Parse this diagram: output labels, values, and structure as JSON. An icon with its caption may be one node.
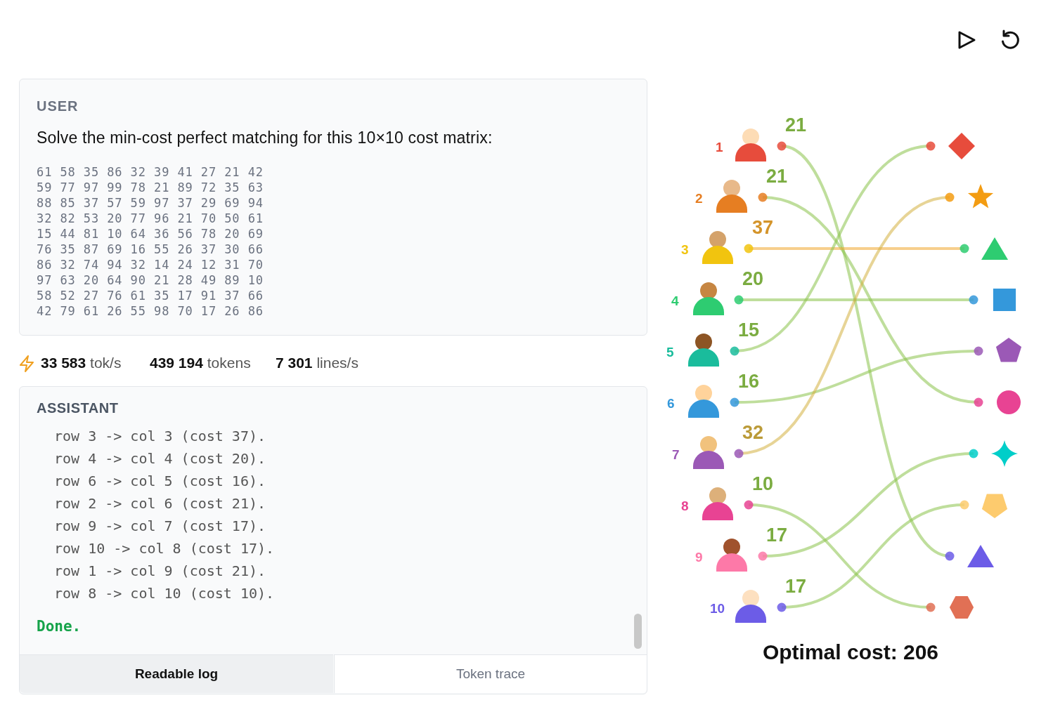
{
  "diagram": {
    "caption": "Optimal cost: 206",
    "nodes": [
      {
        "text": [
          "1"
        ]
      },
      {
        "text": [
          "2"
        ]
      },
      {
        "text": [
          "3"
        ]
      },
      {
        "text": [
          "4"
        ]
      },
      {
        "text": [
          "5"
        ]
      },
      {
        "text": [
          "6"
        ]
      },
      {
        "text": [
          "7"
        ]
      },
      {
        "text": [
          "8"
        ]
      },
      {
        "text": [
          "9"
        ]
      },
      {
        "text": [
          "10"
        ]
      },
      {
        "text": [],
        "shape": "diamond"
      },
      {
        "text": [],
        "shape": "star"
      },
      {
        "text": [],
        "shape": "triangle"
      },
      {
        "text": [],
        "shape": "box"
      },
      {
        "text": [],
        "shape": "pentagon"
      },
      {
        "text": [],
        "shape": "circle"
      },
      {
        "text": [],
        "shape": "star"
      },
      {
        "text": [],
        "shape": "pentagon"
      },
      {
        "text": [],
        "shape": "triangle"
      },
      {
        "text": [],
        "shape": "hexagon"
      }
    ],
    "edges": [
      {
        "from": 0,
        "to": 18,
        "arrow": "other",
        "label": "21"
      },
      {
        "from": 1,
        "to": 15,
        "arrow": "other",
        "label": "21"
      },
      {
        "from": 2,
        "to": 12,
        "arrow": "other",
        "label": "37",
        "color": "#f0a830"
      },
      {
        "from": 3,
        "to": 13,
        "arrow": "other",
        "label": "20"
      },
      {
        "from": 4,
        "to": 10,
        "arrow": "other",
        "label": "15"
      },
      {
        "from": 5,
        "to": 14,
        "arrow": "other",
        "label": "16"
      },
      {
        "from": 6,
        "to": 11,
        "arrow": "other",
        "label": "32",
        "color": "#d4b040"
      },
      {
        "from": 7,
        "to": 19,
        "arrow": "other",
        "label": "10"
      },
      {
        "from": 8,
        "to": 16,
        "arrow": "other",
        "label": "17"
      },
      {
        "from": 9,
        "to": 17,
        "arrow": "other",
        "label": "17"
      }
    ],
    "labels": [
      "USER",
      "Solve the min-cost perfect matching for this 10×10 cost matrix:",
      "61 58 35 86 32 39 41 27 21 42",
      "59 77 97 99 78 21 89 72 35 63",
      "88 85 37 57 59 97 37 29 69 94",
      "32 82 53 20 77 96 21 70 50 61",
      "15 44 81 10 64 36 56 78 20 69",
      "76 35 87 69 16 55 26 37 30 66",
      "86 32 74 94 32 14 24 12 31 70",
      "97 63 20 64 90 21 28 49 89 10",
      "58 52 27 76 61 35 17 91 37 66",
      "42 79 61 26 55 98 70 17 26 86",
      "**33 583** tok/s",
      "**439 194** tokens",
      "**7 301** lines/s",
      "ASSISTANT",
      "row 3 -> col 3 (cost 37).",
      "row 4 -> col 4 (cost 20).",
      "row 6 -> col 5 (cost 16).",
      "row 2 -> col 6 (cost 21).",
      "row 9 -> col 7 (cost 17).",
      "row 10 -> col 8 (cost 17).",
      "row 1 -> col 9 (cost 21).",
      "row 8 -> col 10 (cost 10).",
      "Done.",
      "Readable log",
      "Token trace"
    ]
  }
}
